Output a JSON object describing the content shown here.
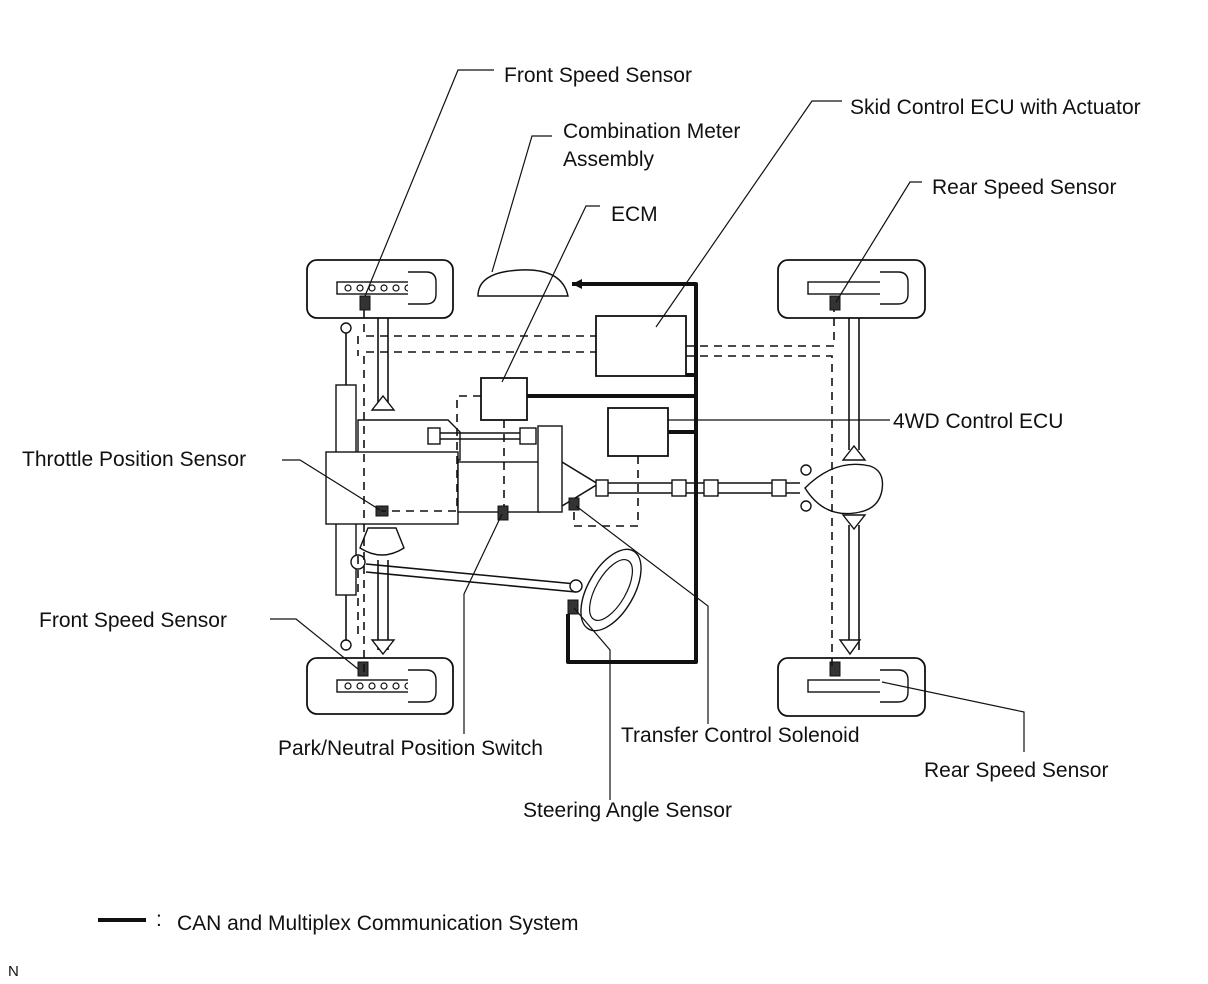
{
  "labels": {
    "front_speed_sensor_top": "Front Speed Sensor",
    "combination_meter_line1": "Combination Meter",
    "combination_meter_line2": "Assembly",
    "ecm": "ECM",
    "skid_control_ecu": "Skid Control ECU with Actuator",
    "rear_speed_sensor_top": "Rear Speed Sensor",
    "four_wd_control_ecu": "4WD Control ECU",
    "throttle_position_sensor": "Throttle Position Sensor",
    "front_speed_sensor_bottom": "Front Speed Sensor",
    "park_neutral_switch": "Park/Neutral Position Switch",
    "transfer_control_solenoid": "Transfer Control Solenoid",
    "rear_speed_sensor_bottom": "Rear Speed Sensor",
    "steering_angle_sensor": "Steering Angle Sensor"
  },
  "legend": {
    "separator": ":",
    "text": "CAN and Multiplex Communication System"
  },
  "corner_mark": "N"
}
